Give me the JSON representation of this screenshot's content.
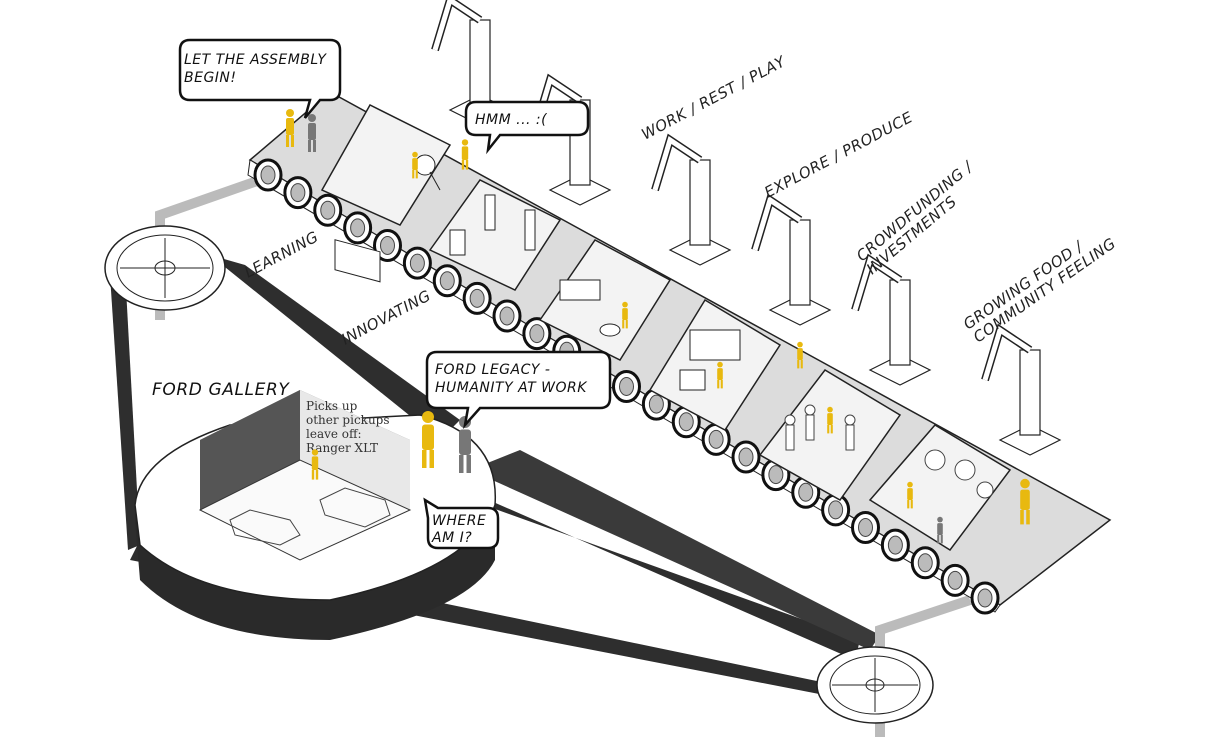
{
  "bubbles": {
    "assembly": "LET THE ASSEMBLY",
    "assembly_2": "BEGIN!",
    "hmm": "HMM ...  :(",
    "legacy": "FORD LEGACY -",
    "legacy_2": "HUMANITY AT WORK",
    "where": "WHERE",
    "where_2": "AM I?"
  },
  "stages": {
    "learning": "LEARNING",
    "innovating": "INNOVATING",
    "work": "WORK / REST / PLAY",
    "explore": "EXPLORE / PRODUCE",
    "crowdfunding": "CROWDFUNDING /",
    "crowdfunding_2": "INVESTMENTS",
    "growing": "GROWING FOOD /",
    "growing_2": "COMMUNITY FEELING"
  },
  "gallery": {
    "title": "FORD GALLERY",
    "photo_line_1": "Picks up",
    "photo_line_2": "other pickups",
    "photo_line_3": "leave off:",
    "photo_line_4": "Ranger XLT"
  },
  "colors": {
    "accent": "#e8b90f",
    "ink": "#111111",
    "belt": "#d9d9d9",
    "strap": "#2b2b2b"
  }
}
